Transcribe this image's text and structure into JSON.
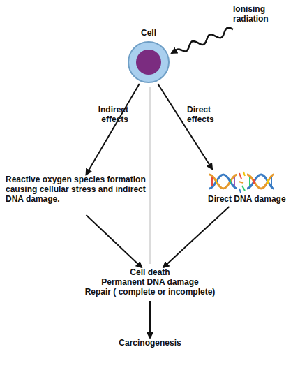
{
  "diagram": {
    "nodes": [
      {
        "text": [
          "Ionising radiation"
        ]
      },
      {
        "text": [
          "Cell"
        ]
      },
      {
        "text": [
          "Reactive oxygen species formation causing cellular stress and indirect DNA damage."
        ]
      },
      {
        "text": [
          "Direct DNA damage"
        ]
      },
      {
        "text": [
          "Cell death",
          "Permanent DNA damage",
          "Repair ( complete or incomplete)"
        ]
      },
      {
        "text": [
          "Carcinogenesis"
        ]
      }
    ],
    "edges": [
      {
        "from": 0,
        "to": 1,
        "arrow": "to"
      },
      {
        "from": 1,
        "to": 2,
        "label": "Indirect effects",
        "arrow": "to"
      },
      {
        "from": 1,
        "to": 3,
        "label": "Direct effects",
        "arrow": "to"
      },
      {
        "from": 2,
        "to": 4,
        "arrow": "to"
      },
      {
        "from": 3,
        "to": 4,
        "arrow": "to"
      },
      {
        "from": 4,
        "to": 5,
        "arrow": "to"
      }
    ]
  }
}
